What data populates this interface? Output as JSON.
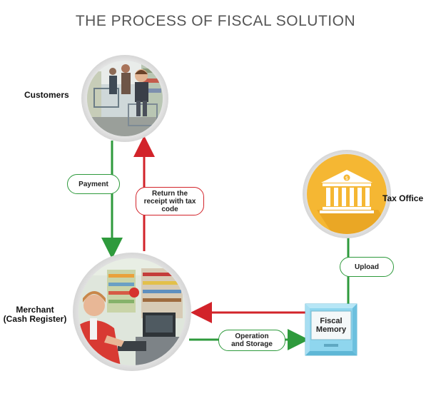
{
  "title": "THE PROCESS OF FISCAL SOLUTION",
  "nodes": {
    "customers": {
      "label": "Customers"
    },
    "tax_office": {
      "label": "Tax Office"
    },
    "merchant": {
      "label_line1": "Merchant",
      "label_line2": "(Cash Register)"
    },
    "fiscal_memory": {
      "label_line1": "Fiscal",
      "label_line2": "Memory"
    }
  },
  "edges": {
    "payment": {
      "label": "Payment",
      "color": "#2e9a3c"
    },
    "return_receipt": {
      "label_line1": "Return the",
      "label_line2": "receipt with tax",
      "label_line3": "code",
      "color": "#d2232a"
    },
    "upload": {
      "label": "Upload",
      "color": "#2e9a3c"
    },
    "operation_storage": {
      "label_line1": "Operation",
      "label_line2": "and Storage",
      "color": "#2e9a3c"
    },
    "fiscal_to_merchant": {
      "color": "#d2232a"
    }
  },
  "icons": {
    "tax_office": "bank-building-icon",
    "customers": "shopping-customers-photo",
    "merchant": "cashier-photo",
    "fiscal_memory": "fiscal-memory-device-icon"
  },
  "colors": {
    "title": "#555555",
    "green_arrow": "#2e9a3c",
    "red_arrow": "#d2232a",
    "tax_circle": "#f5b733",
    "fiscal_box": "#8fd6ee"
  }
}
